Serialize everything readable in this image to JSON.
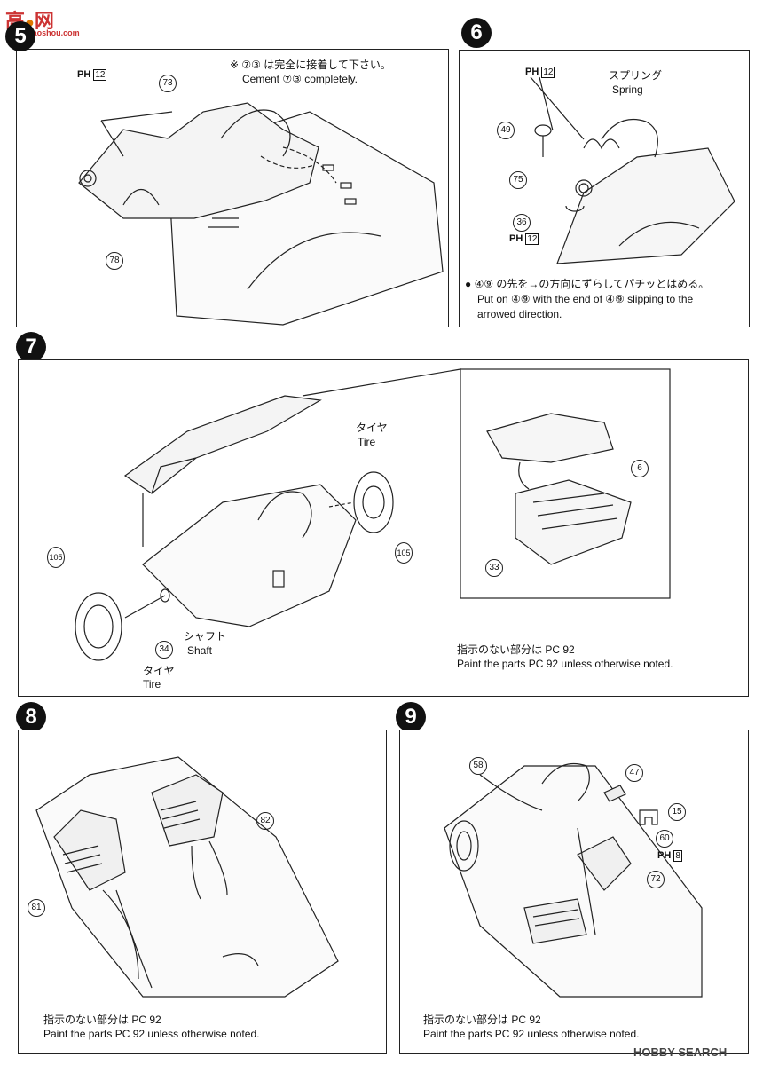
{
  "watermarks": {
    "top_left_logo": "高",
    "top_left_logo2": "网",
    "top_left_url": "www.gaoshou.com",
    "bottom_right": "HOBBY SEARCH"
  },
  "steps": [
    {
      "number": "5",
      "notes": [
        "※ ⑦③ は完全に接着して下さい。",
        "Cement ⑦③ completely."
      ],
      "labels": [
        "73",
        "78",
        "12"
      ],
      "paint_label": "PH"
    },
    {
      "number": "6",
      "labels": [
        "49",
        "75",
        "36",
        "12",
        "12"
      ],
      "spring_jp": "スプリング",
      "spring_en": "Spring",
      "notes": [
        "● ④⑨ の先を→の方向にずらしてパチッとはめる。",
        "Put on ④⑨ with the end of ④⑨ slipping to the",
        "arrowed direction."
      ],
      "paint_label": "PH"
    },
    {
      "number": "7",
      "tire_jp": "タイヤ",
      "tire_en": "Tire",
      "tire2_jp": "タイヤ",
      "tire2_en": "Tire",
      "shaft_jp": "シャフト",
      "shaft_en": "Shaft",
      "labels": [
        "105",
        "105",
        "34",
        "6",
        "33"
      ],
      "notes": [
        "指示のない部分は PC 92",
        "Paint the parts PC 92 unless otherwise noted."
      ]
    },
    {
      "number": "8",
      "labels": [
        "82",
        "81"
      ],
      "notes": [
        "指示のない部分は PC 92",
        "Paint the parts PC 92 unless otherwise noted."
      ]
    },
    {
      "number": "9",
      "labels": [
        "58",
        "47",
        "15",
        "60",
        "72",
        "8"
      ],
      "paint_label": "PH",
      "notes": [
        "指示のない部分は PC 92",
        "Paint the parts PC 92 unless otherwise noted."
      ]
    }
  ]
}
